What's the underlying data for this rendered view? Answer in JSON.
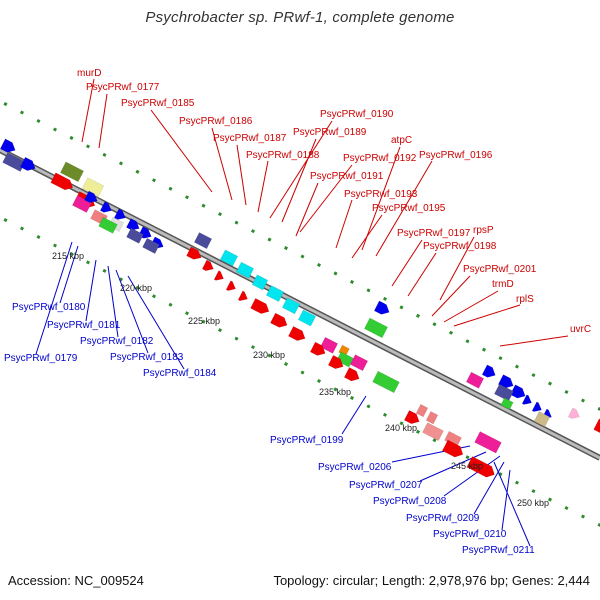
{
  "header": {
    "title": "Psychrobacter sp. PRwf-1, complete genome"
  },
  "footer": {
    "accession": "Accession: NC_009524",
    "summary": "Topology: circular; Length: 2,978,976 bp; Genes: 2,444"
  },
  "colors": {
    "forward_label": "#cc0000",
    "reverse_label": "#0000cc",
    "backbone": "#999999",
    "tick_dots": "#2e8b2e"
  },
  "scale_labels": [
    "215 kbp",
    "220 kbp",
    "225 kbp",
    "230 kbp",
    "235 kbp",
    "240 kbp",
    "245 kbp",
    "250 kbp"
  ],
  "forward_labels": [
    "murD",
    "PsycPRwf_0177",
    "PsycPRwf_0185",
    "PsycPRwf_0186",
    "PsycPRwf_0187",
    "PsycPRwf_0188",
    "PsycPRwf_0190",
    "PsycPRwf_0189",
    "atpC",
    "PsycPRwf_0192",
    "PsycPRwf_0196",
    "PsycPRwf_0191",
    "PsycPRwf_0193",
    "PsycPRwf_0195",
    "PsycPRwf_0197",
    "rpsP",
    "PsycPRwf_0198",
    "PsycPRwf_0201",
    "trmD",
    "rplS",
    "uvrC"
  ],
  "reverse_labels": [
    "PsycPRwf_0180",
    "PsycPRwf_0181",
    "PsycPRwf_0182",
    "PsycPRwf_0179",
    "PsycPRwf_0183",
    "PsycPRwf_0184",
    "PsycPRwf_0199",
    "PsycPRwf_0206",
    "PsycPRwf_0207",
    "PsycPRwf_0208",
    "PsycPRwf_0209",
    "PsycPRwf_0210",
    "PsycPRwf_0211"
  ]
}
